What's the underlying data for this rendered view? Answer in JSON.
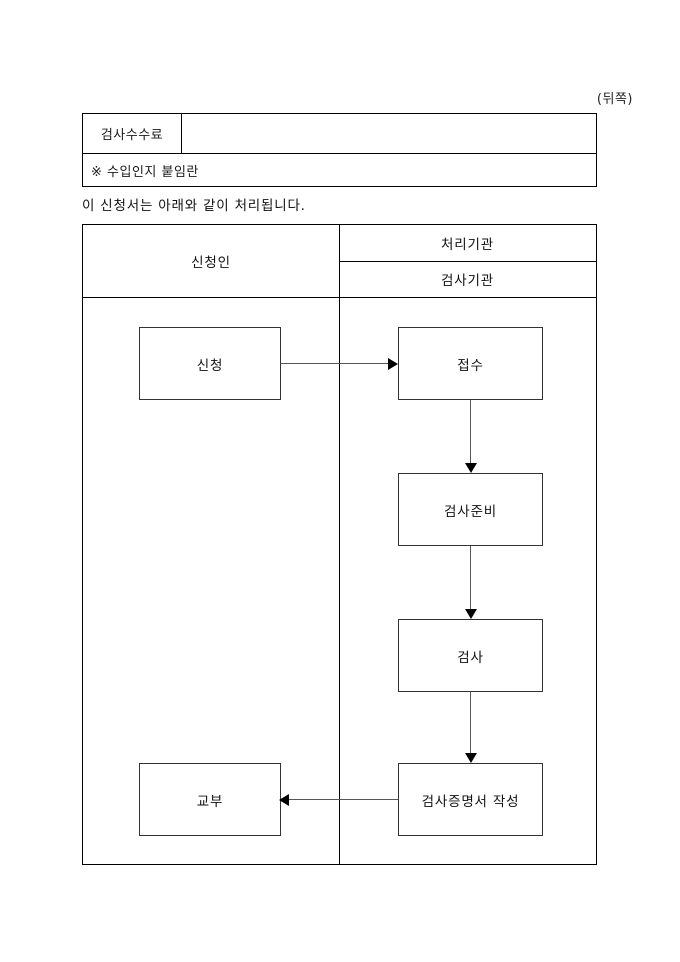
{
  "page": {
    "side_marker": "(뒤쪽)"
  },
  "fee_table": {
    "fee_label": "검사수수료",
    "fee_value": "",
    "stamp_note": "※ 수입인지 붙임란"
  },
  "note": {
    "text": "이 신청서는 아래와 같이 처리됩니다."
  },
  "flow_chart": {
    "type": "diagram",
    "columns": [
      {
        "id": "applicant",
        "label": "신청인"
      },
      {
        "id": "agency",
        "label": "처리기관",
        "sub_label": "검사기관"
      }
    ],
    "nodes": [
      {
        "id": "apply",
        "label": "신청",
        "column": "applicant"
      },
      {
        "id": "receive",
        "label": "접수",
        "column": "agency"
      },
      {
        "id": "prep",
        "label": "검사준비",
        "column": "agency"
      },
      {
        "id": "inspect",
        "label": "검사",
        "column": "agency"
      },
      {
        "id": "cert",
        "label": "검사증명서 작성",
        "column": "agency"
      },
      {
        "id": "issue",
        "label": "교부",
        "column": "applicant"
      }
    ],
    "edges": [
      {
        "from": "apply",
        "to": "receive",
        "direction": "right"
      },
      {
        "from": "receive",
        "to": "prep",
        "direction": "down"
      },
      {
        "from": "prep",
        "to": "inspect",
        "direction": "down"
      },
      {
        "from": "inspect",
        "to": "cert",
        "direction": "down"
      },
      {
        "from": "cert",
        "to": "issue",
        "direction": "left"
      }
    ]
  }
}
